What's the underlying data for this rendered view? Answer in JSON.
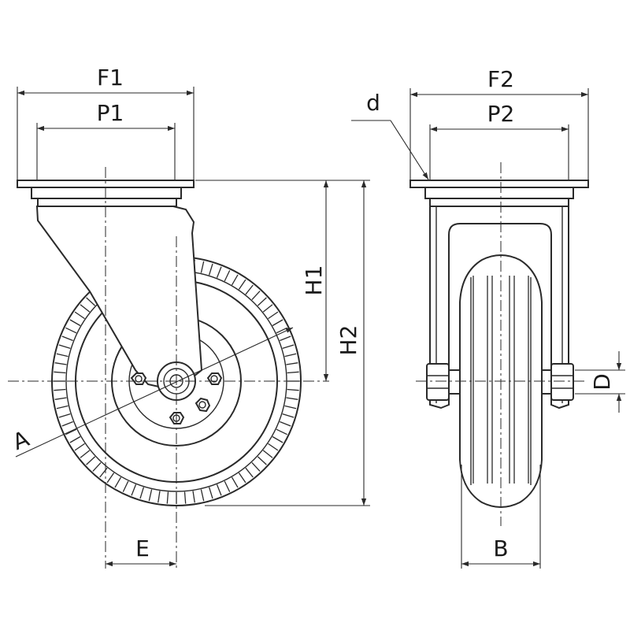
{
  "labels": {
    "F1": "F1",
    "P1": "P1",
    "H1": "H1",
    "H2": "H2",
    "A": "A",
    "E": "E",
    "F2": "F2",
    "P2": "P2",
    "d": "d",
    "D": "D",
    "B": "B"
  },
  "colors": {
    "line": "#2a2a2a",
    "background": "#ffffff"
  }
}
